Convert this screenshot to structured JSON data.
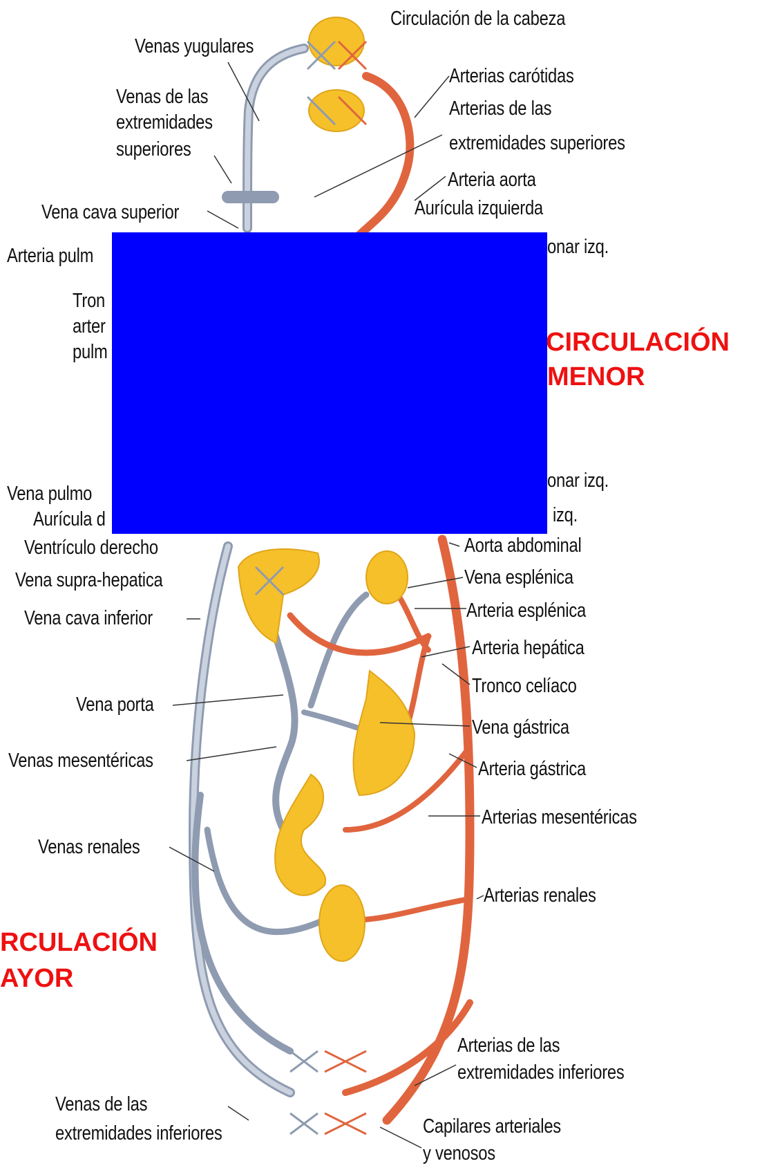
{
  "labels": {
    "circulacion_cabeza": "Circulación de la cabeza",
    "venas_yugulares": "Venas yugulares",
    "arterias_carotidas": "Arterias carótidas",
    "venas_ext_sup_1": "Venas de las",
    "venas_ext_sup_2": "extremidades",
    "venas_ext_sup_3": "superiores",
    "arterias_ext_sup_1": "Arterias de las",
    "arterias_ext_sup_2": "extremidades superiores",
    "arteria_aorta": "Arteria aorta",
    "vena_cava_superior": "Vena cava superior",
    "auricula_izquierda": "Aurícula izquierda",
    "arteria_pulm_partial": "Arteria pulm",
    "pulmonar_izq_top": "onar izq.",
    "tronco_1": "Tron",
    "tronco_2": "arter",
    "tronco_3": "pulm",
    "vena_pulmo_partial": "Vena pulmo",
    "auricula_partial": "Aurícula d",
    "pulmonar_izq_bottom": "onar izq.",
    "izq": "izq.",
    "ventriculo_derecho": "Ventrículo derecho",
    "aorta_abdominal": "Aorta abdominal",
    "vena_supra_hepatica": "Vena supra-hepatica",
    "vena_esplenica": "Vena esplénica",
    "arteria_esplenica": "Arteria esplénica",
    "vena_cava_inferior": "Vena cava inferior",
    "arteria_hepatica": "Arteria hepática",
    "tronco_celiaco": "Tronco celíaco",
    "vena_porta": "Vena porta",
    "vena_gastrica": "Vena gástrica",
    "venas_mesentericas": "Venas mesentéricas",
    "arteria_gastrica": "Arteria gástrica",
    "arterias_mesentericas": "Arterias mesentéricas",
    "venas_renales": "Venas renales",
    "arterias_renales": "Arterias renales",
    "arterias_ext_inf_1": "Arterias de las",
    "arterias_ext_inf_2": "extremidades inferiores",
    "venas_ext_inf_1": "Venas de las",
    "venas_ext_inf_2": "extremidades inferiores",
    "capilares_1": "Capilares arteriales",
    "capilares_2": "y venosos"
  },
  "headings": {
    "menor_1": "CIRCULACIÓN",
    "menor_2": "MENOR",
    "mayor_1": "RCULACIÓN",
    "mayor_2": "AYOR"
  },
  "colors": {
    "artery": "#e0653e",
    "vein": "#a9b4c6",
    "organ": "#f5c02a",
    "cover": "#0000ff",
    "heading": "#ee1111"
  }
}
